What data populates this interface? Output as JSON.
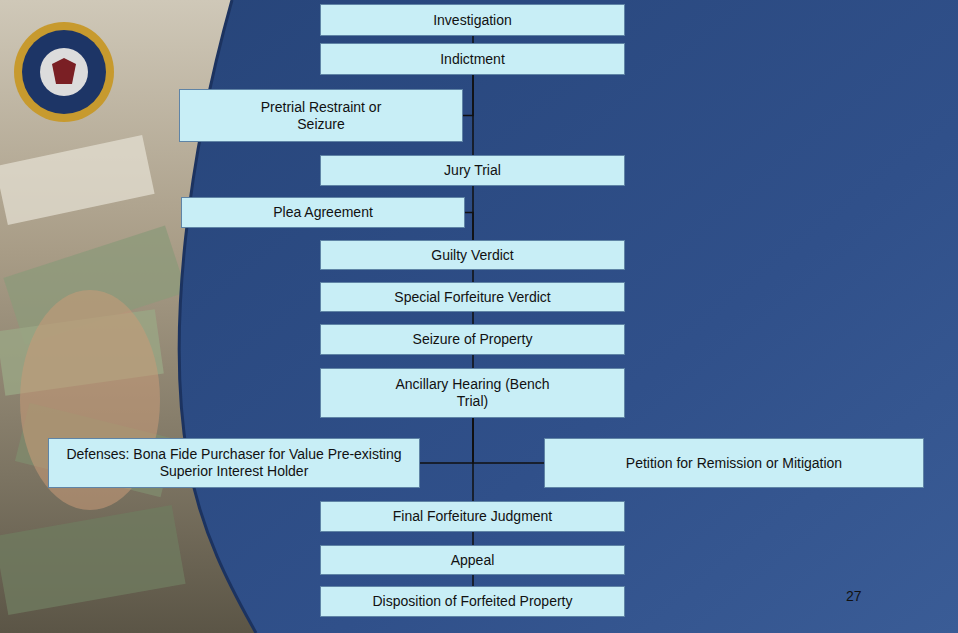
{
  "diagram": {
    "nodes": [
      {
        "text": [
          "Investigation"
        ]
      },
      {
        "text": [
          "Indictment"
        ]
      },
      {
        "text": [
          "Pretrial Restraint or Seizure"
        ]
      },
      {
        "text": [
          "Jury Trial"
        ]
      },
      {
        "text": [
          "Plea Agreement"
        ]
      },
      {
        "text": [
          "Guilty Verdict"
        ]
      },
      {
        "text": [
          "Special Forfeiture Verdict"
        ]
      },
      {
        "text": [
          "Seizure of Property"
        ]
      },
      {
        "text": [
          "Ancillary Hearing (Bench Trial)"
        ]
      },
      {
        "text": [
          "Defenses: Bona Fide Purchaser for Value Pre-existing Superior Interest Holder"
        ]
      },
      {
        "text": [
          "Petition for Remission or Mitigation"
        ]
      },
      {
        "text": [
          "Final Forfeiture Judgment"
        ]
      },
      {
        "text": [
          "Appeal"
        ]
      },
      {
        "text": [
          "Disposition of Forfeited Property"
        ]
      }
    ],
    "edges": [
      {
        "from": 0,
        "to": 1,
        "arrow": "none"
      },
      {
        "from": 1,
        "to": 2,
        "arrow": "none"
      },
      {
        "from": 1,
        "to": 3,
        "arrow": "none"
      },
      {
        "from": 3,
        "to": 5,
        "arrow": "none"
      },
      {
        "from": 4,
        "to": 5,
        "arrow": "none"
      },
      {
        "from": 5,
        "to": 6,
        "arrow": "none"
      },
      {
        "from": 6,
        "to": 7,
        "arrow": "none"
      },
      {
        "from": 7,
        "to": 8,
        "arrow": "none"
      },
      {
        "from": 8,
        "to": 9,
        "arrow": "none"
      },
      {
        "from": 8,
        "to": 10,
        "arrow": "none"
      },
      {
        "from": 8,
        "to": 11,
        "arrow": "none"
      },
      {
        "from": 11,
        "to": 12,
        "arrow": "none"
      },
      {
        "from": 12,
        "to": 13,
        "arrow": "none"
      }
    ],
    "labels": [
      "27"
    ]
  }
}
